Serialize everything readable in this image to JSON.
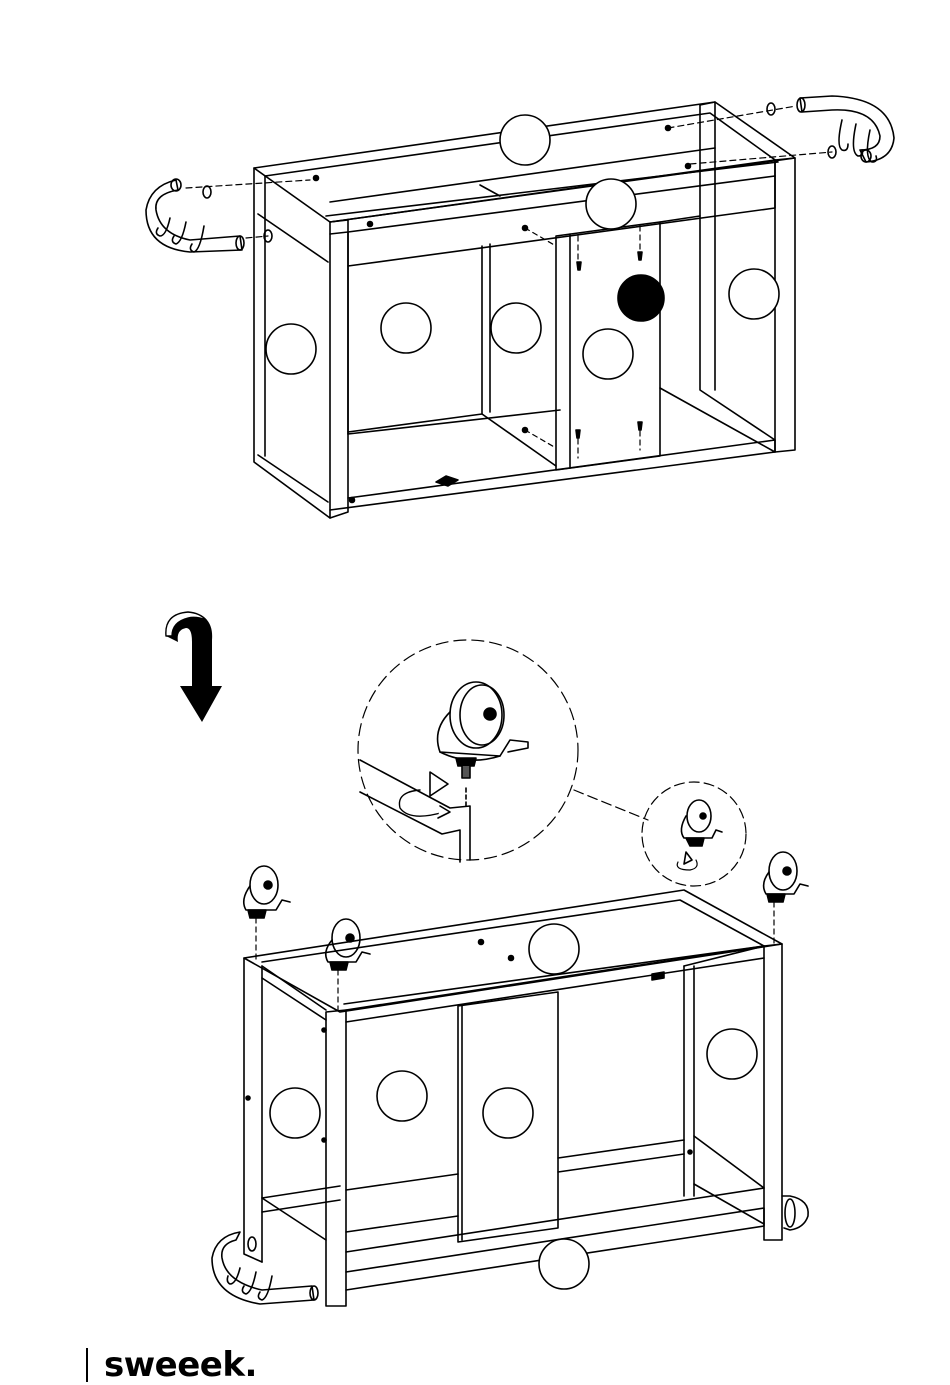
{
  "document": {
    "type": "assembly-instruction-page",
    "steps": [
      {
        "name": "attach-hook-rails",
        "view": "upright-cabinet"
      },
      {
        "name": "flip-and-attach-casters",
        "view": "inverted-cabinet"
      }
    ],
    "part_markers": {
      "blank_count": 13,
      "filled_count": 1
    },
    "icons": [
      "flip-arrow-icon",
      "caster-wheel-icon",
      "hook-rail-icon",
      "screw-icon",
      "washer-icon",
      "rotate-arrow-icon"
    ],
    "colors": {
      "line": "#000000",
      "background": "#ffffff"
    }
  },
  "brand": {
    "name": "sweeek."
  }
}
